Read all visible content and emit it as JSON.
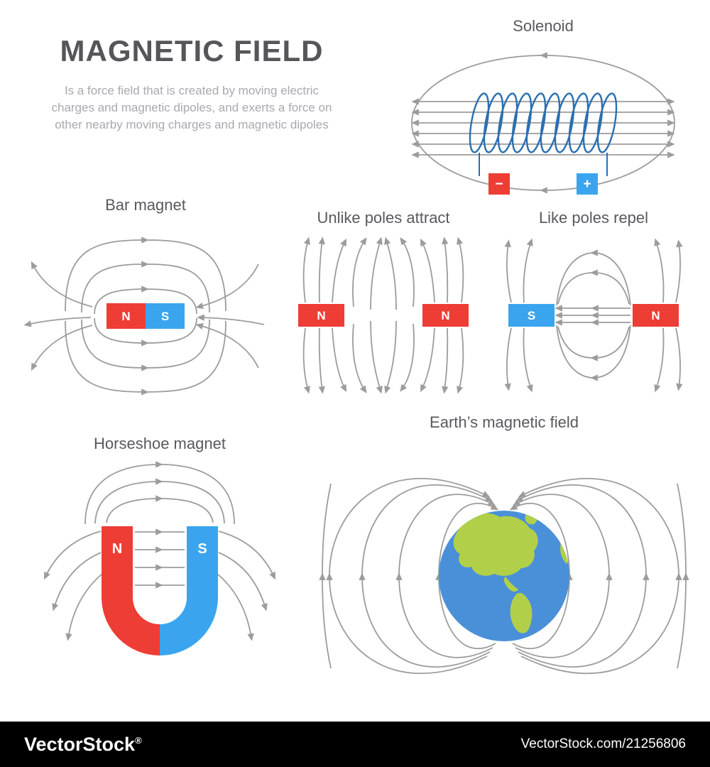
{
  "colors": {
    "north_red": "#ee3d35",
    "south_blue": "#3aa5ee",
    "coil_blue": "#2a6fb0",
    "field_line": "#9c9c9c",
    "heading": "#55565a",
    "body_text": "#a7a9ac",
    "panel_title": "#58595b",
    "earth_ocean": "#4a90d9",
    "earth_land": "#b2cf49",
    "footer_bg": "#000000",
    "footer_text": "#ffffff",
    "background": "#ffffff"
  },
  "header": {
    "title": "MAGNETIC FIELD",
    "description": "Is a force field that is created by moving electric charges and magnetic dipoles, and exerts a force on other nearby moving charges and magnetic dipoles"
  },
  "panels": {
    "solenoid": {
      "title": "Solenoid",
      "negative_label": "−",
      "positive_label": "+"
    },
    "bar_magnet": {
      "title": "Bar magnet",
      "north_label": "N",
      "south_label": "S"
    },
    "unlike_poles": {
      "title": "Unlike poles attract",
      "left_pole_label": "N",
      "right_pole_label": "N"
    },
    "like_poles": {
      "title": "Like poles repel",
      "left_pole_label": "S",
      "right_pole_label": "N"
    },
    "horseshoe": {
      "title": "Horseshoe magnet",
      "north_label": "N",
      "south_label": "S"
    },
    "earth": {
      "title": "Earth’s magnetic field"
    }
  },
  "footer": {
    "brand": "VectorStock",
    "registered_mark": "®",
    "credit": "VectorStock.com/21256806"
  }
}
